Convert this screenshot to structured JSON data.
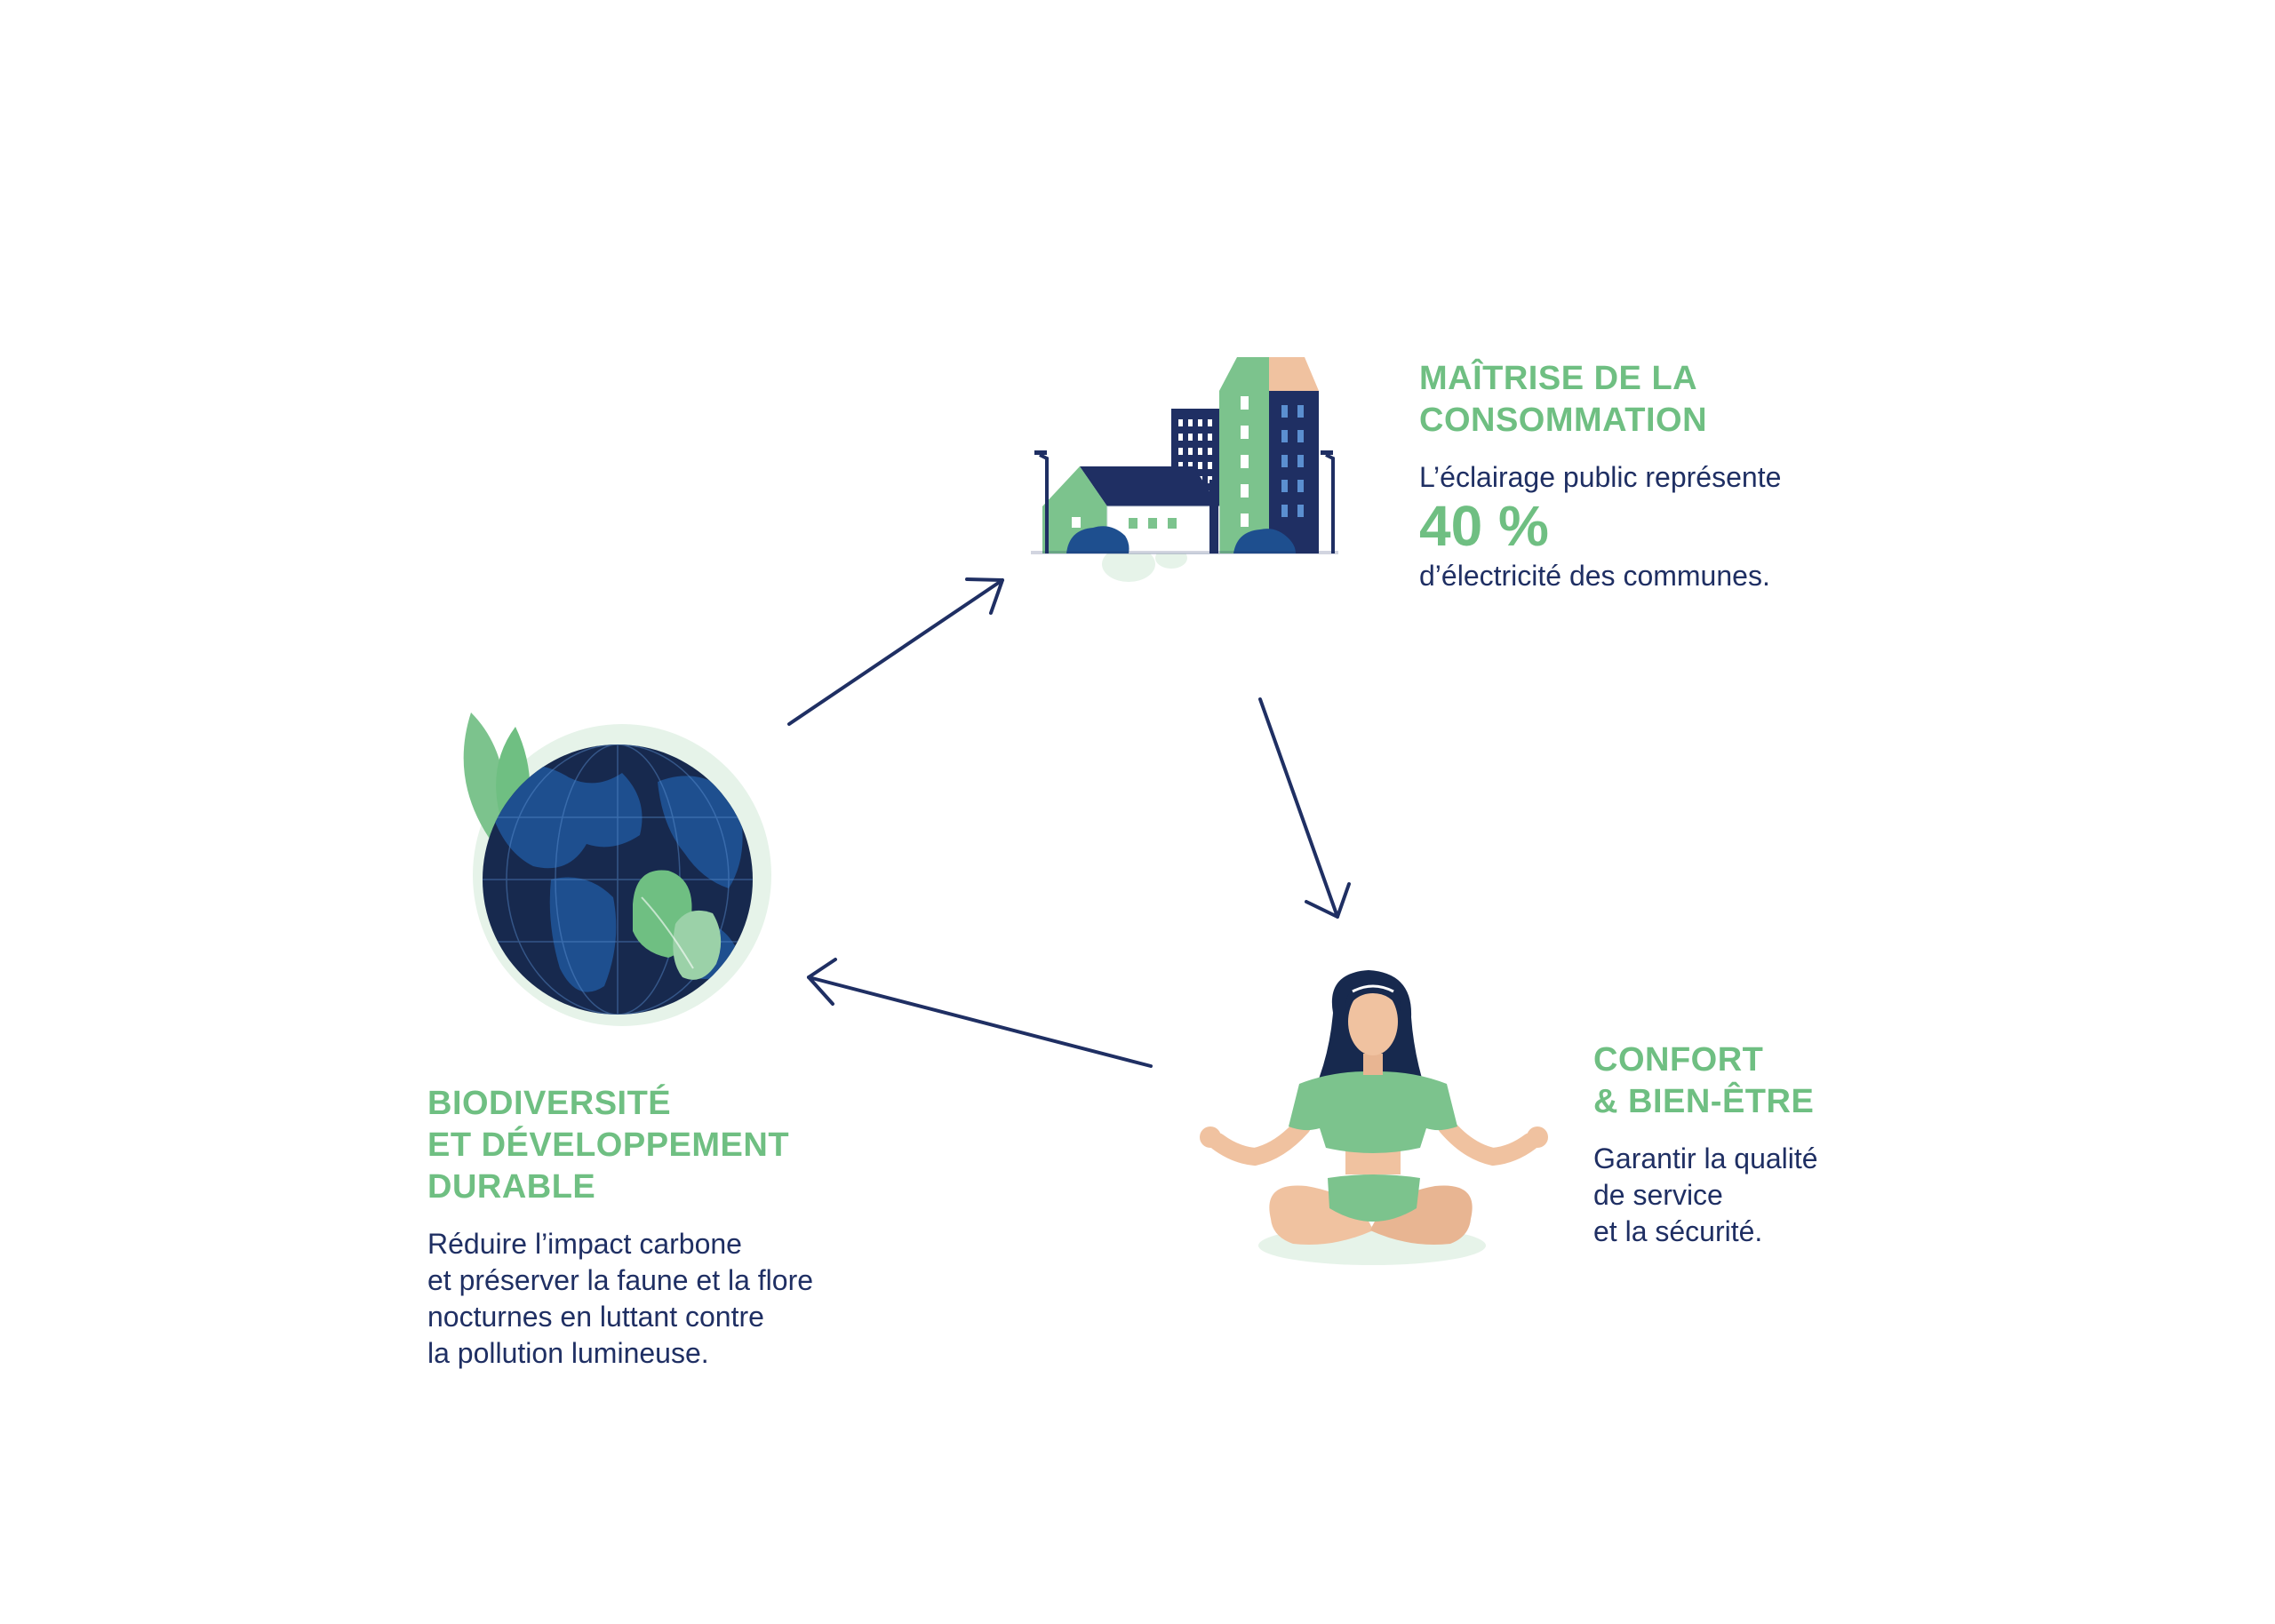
{
  "colors": {
    "accent_green": "#6fbf82",
    "navy": "#1f2f63",
    "light_green": "#e6f3e9",
    "peach": "#f0c2a0",
    "globe_blue": "#1e4f8f"
  },
  "nodes": {
    "consumption": {
      "icon": "city-buildings-icon",
      "title_lines": [
        "MAÎTRISE DE LA",
        "CONSOMMATION"
      ],
      "text_before": "L’éclairage public représente",
      "highlight": "40 %",
      "text_after": "d’électricité des communes."
    },
    "comfort": {
      "icon": "meditating-woman-icon",
      "title_lines": [
        "CONFORT",
        "& BIEN-ÊTRE"
      ],
      "text_lines": [
        "Garantir la qualité",
        "de service",
        "et la sécurité."
      ]
    },
    "biodiversity": {
      "icon": "earth-globe-leaves-icon",
      "title_lines": [
        "BIODIVERSITÉ",
        "ET DÉVELOPPEMENT",
        "DURABLE"
      ],
      "text_lines": [
        "Réduire l’impact carbone",
        "et préserver la faune et la flore",
        "nocturnes en luttant contre",
        "la pollution lumineuse."
      ]
    }
  },
  "cycle_arrows": [
    {
      "from": "biodiversity",
      "to": "consumption"
    },
    {
      "from": "consumption",
      "to": "comfort"
    },
    {
      "from": "comfort",
      "to": "biodiversity"
    }
  ]
}
